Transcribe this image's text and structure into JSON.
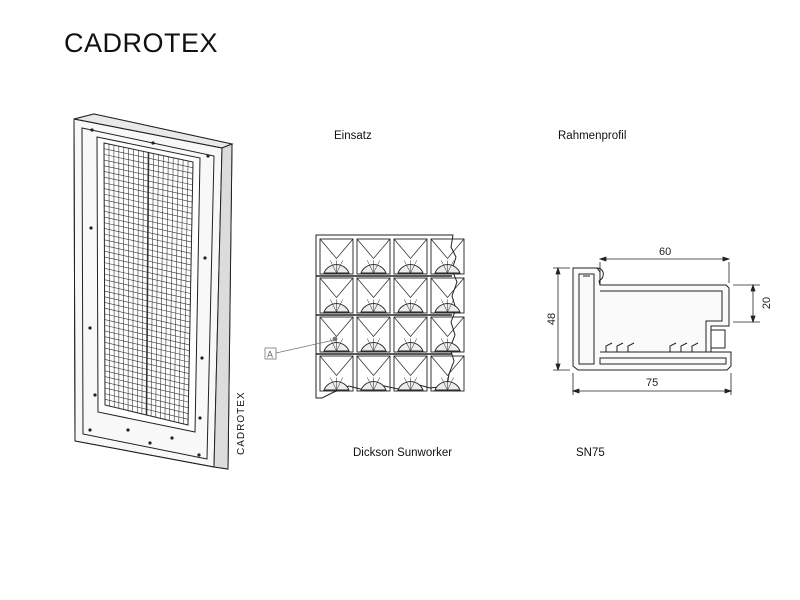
{
  "title": "CADROTEX",
  "frame_side_label": "CADROTEX",
  "insert": {
    "label": "Einsatz",
    "name": "Dickson Sunworker",
    "callout": "A"
  },
  "profile": {
    "label": "Rahmenprofil",
    "name": "SN75",
    "dims": {
      "top": "60",
      "right": "20",
      "left": "48",
      "bottom": "75"
    }
  }
}
